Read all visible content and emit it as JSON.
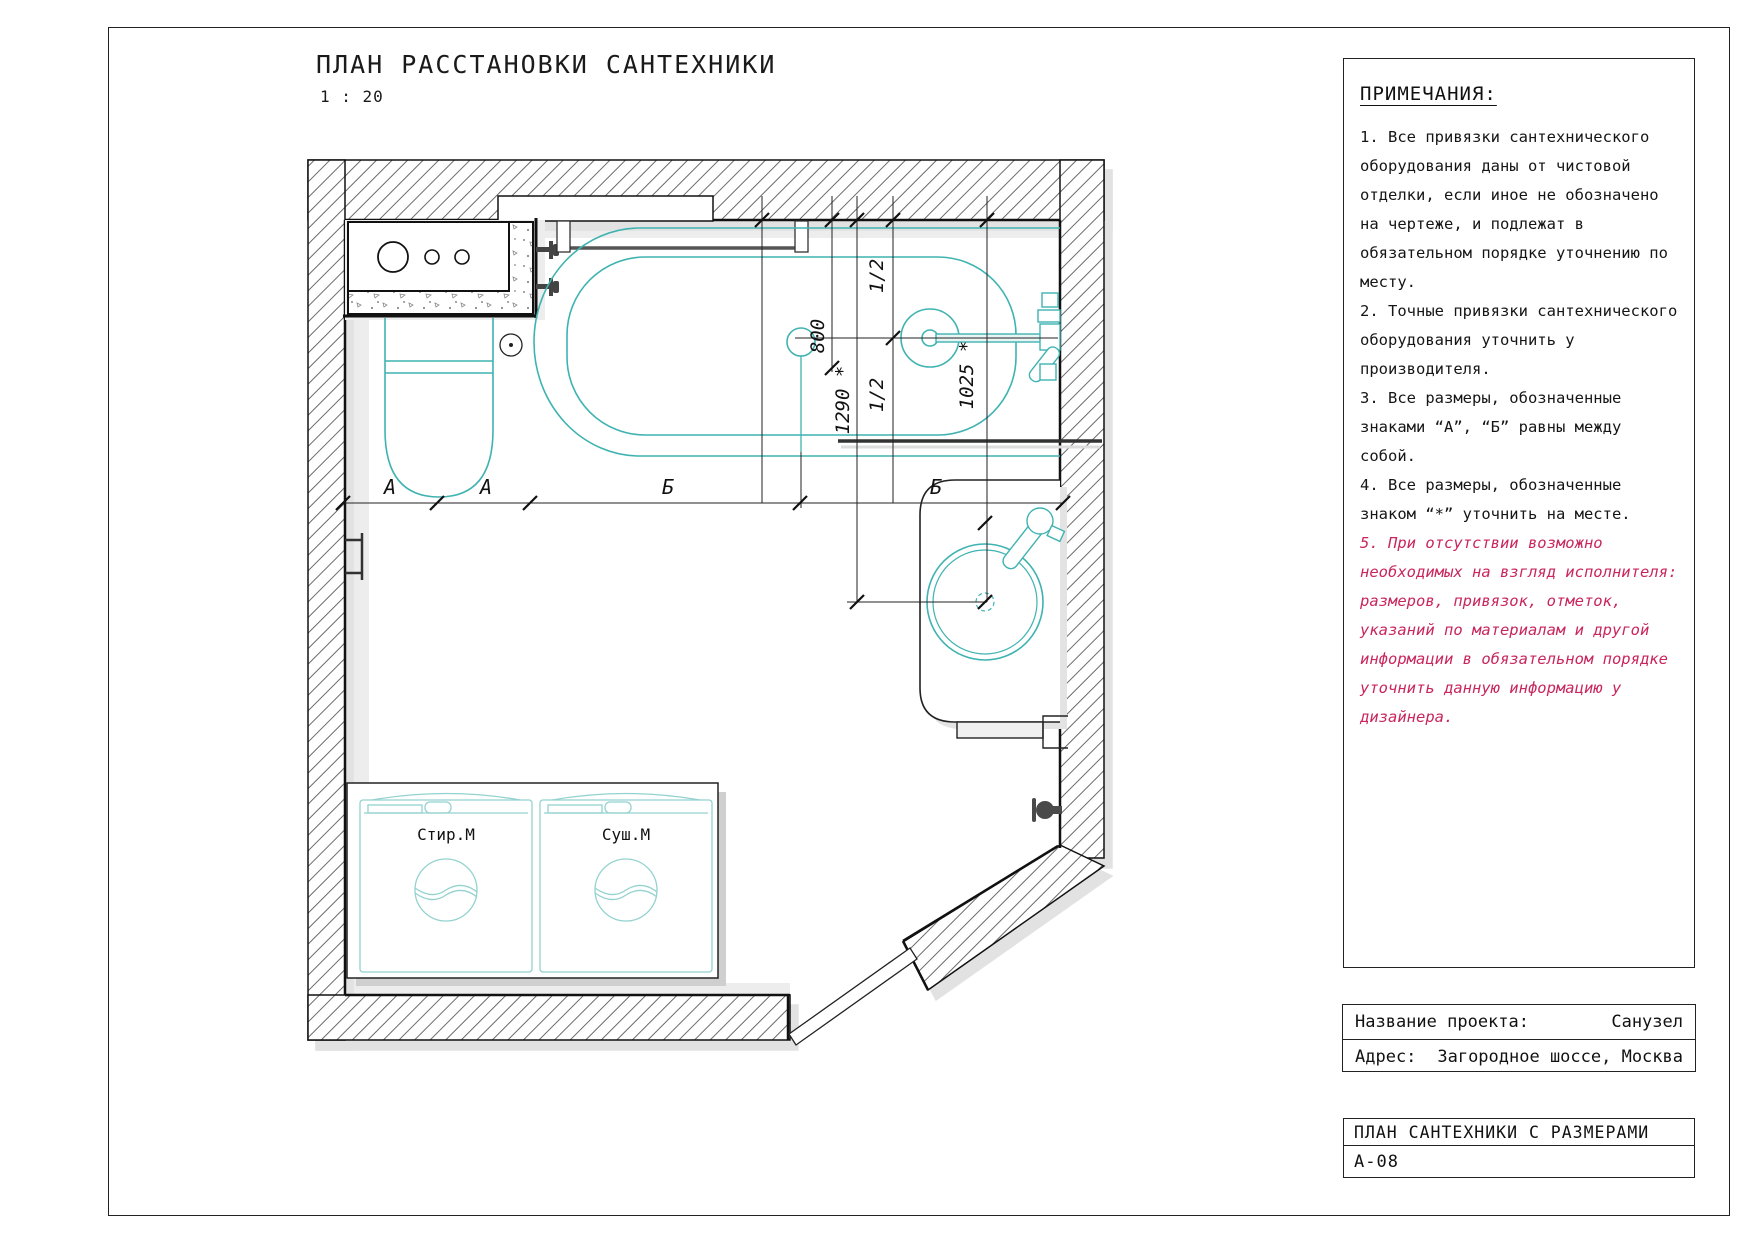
{
  "title": {
    "main": "ПЛАН РАССТАНОВКИ САНТЕХНИКИ",
    "scale": "1 : 20"
  },
  "notes": {
    "heading": "ПРИМЕЧАНИЯ:",
    "accent_color": "#c9265e",
    "items": [
      "1. Все привязки сантехнического оборудования даны от чистовой отделки, если иное не обозначено на чертеже,  и подлежат в обязательном порядке уточнению по месту.",
      "2. Точные привязки сантехнического оборудования уточнить у производителя.",
      "3. Все размеры, обозначенные знаками “А”, “Б” равны между собой.",
      "4. Все размеры, обозначенные знаком “*” уточнить на месте.",
      "5. При отсутствии возможно необходимых на взгляд исполнителя: размеров, привязок,  отметок, указаний по  материалам и другой информации в обязательном порядке уточнить данную информацию у дизайнера."
    ]
  },
  "project": {
    "name_label": "Название проекта:",
    "name_value": "Санузел",
    "address_label": "Адрес:",
    "address_value": "Загородное шоссе, Москва"
  },
  "sheet": {
    "title": "ПЛАН САНТЕХНИКИ С РАЗМЕРАМИ",
    "number": "А-08"
  },
  "plan": {
    "dimensions": {
      "d800": "800",
      "d1290": "1290 *",
      "half_top": "1/2",
      "half_bottom": "1/2",
      "d1025": "1025 *"
    },
    "axis_labels": {
      "a1": "А",
      "a2": "А",
      "b1": "Б",
      "b2": "Б"
    },
    "appliances": {
      "washer": "Стир.М",
      "dryer": "Суш.М"
    },
    "colors": {
      "fixture": "#3fb3b1",
      "appliance": "#93d2cf"
    }
  }
}
